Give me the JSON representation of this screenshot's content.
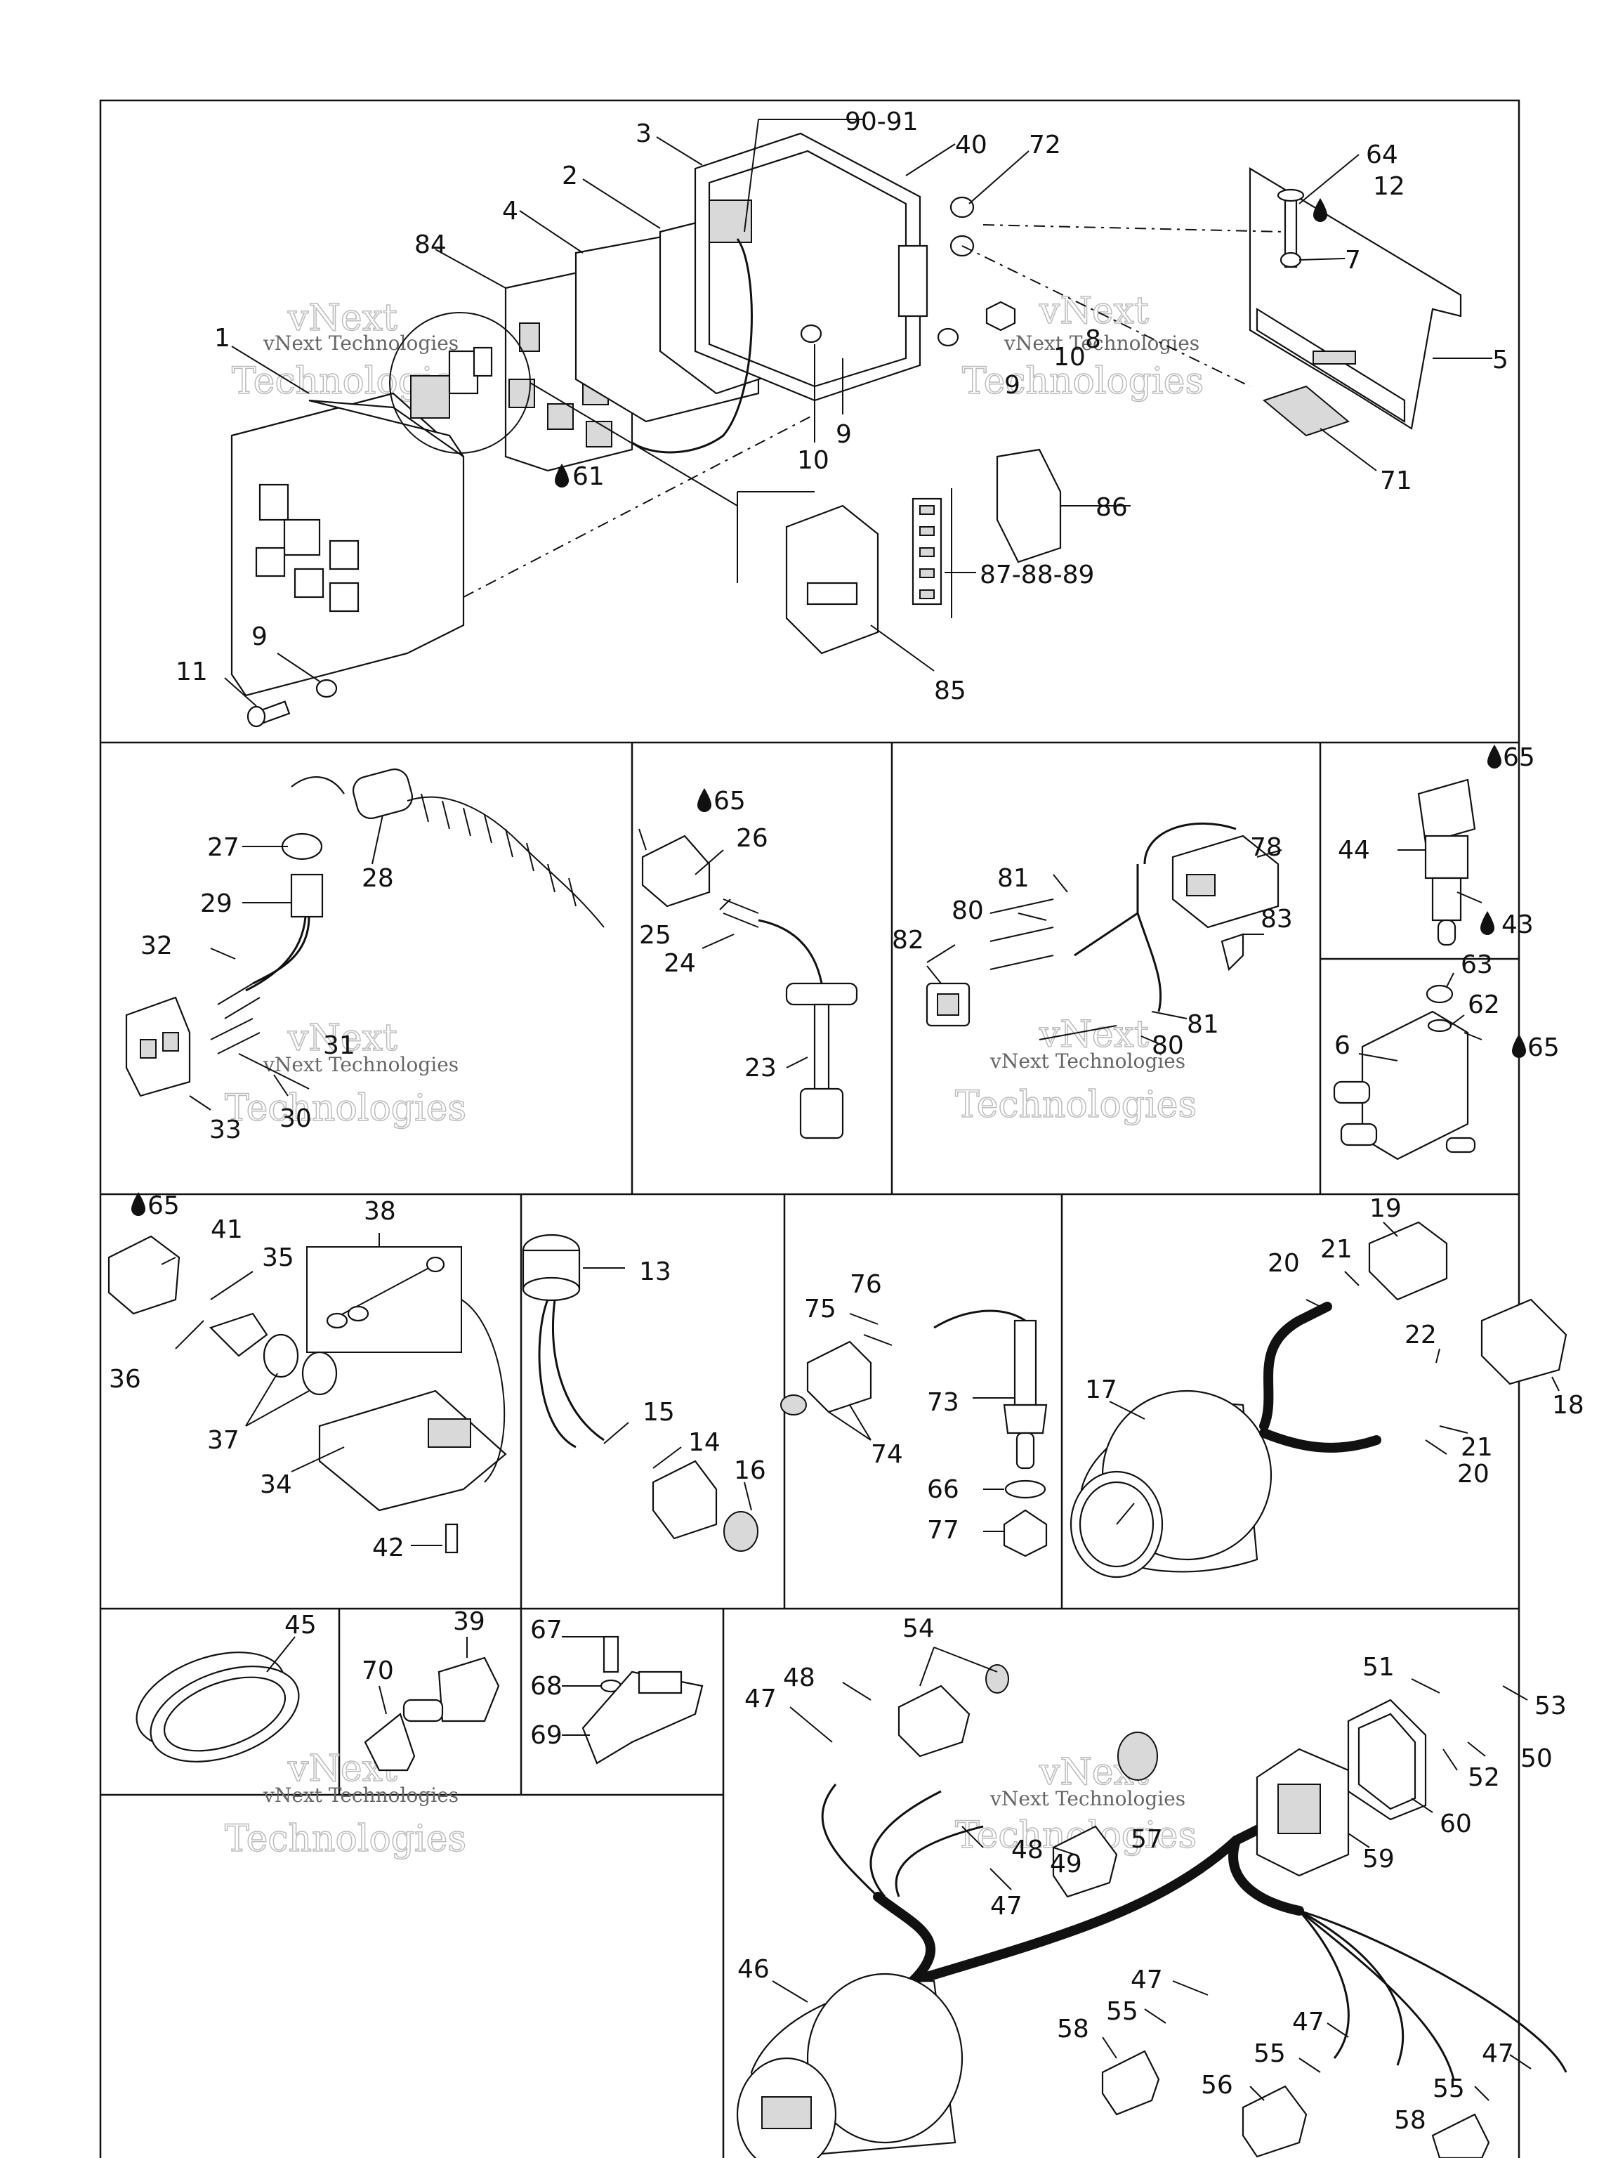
{
  "watermark": {
    "line1": "vNext",
    "line2": "Technologies",
    "line3": "vNext Technologies"
  },
  "callouts": {
    "c1": "1",
    "c2": "2",
    "c3": "3",
    "c4": "4",
    "c5": "5",
    "c6": "6",
    "c7": "7",
    "c8": "8",
    "c9a": "9",
    "c9b": "9",
    "c9c": "9",
    "c10a": "10",
    "c10b": "10",
    "c11": "11",
    "c12": "12",
    "c13": "13",
    "c14": "14",
    "c15": "15",
    "c16": "16",
    "c17": "17",
    "c18": "18",
    "c19": "19",
    "c20a": "20",
    "c20b": "20",
    "c21a": "21",
    "c21b": "21",
    "c22": "22",
    "c23": "23",
    "c24": "24",
    "c25": "25",
    "c26": "26",
    "c27": "27",
    "c28": "28",
    "c29": "29",
    "c30": "30",
    "c31": "31",
    "c32": "32",
    "c33": "33",
    "c34": "34",
    "c35": "35",
    "c36": "36",
    "c37": "37",
    "c38": "38",
    "c39": "39",
    "c40": "40",
    "c41": "41",
    "c42": "42",
    "c43": "43",
    "c44": "44",
    "c45": "45",
    "c46": "46",
    "c47a": "47",
    "c47b": "47",
    "c47c": "47",
    "c47d": "47",
    "c47e": "47",
    "c48a": "48",
    "c48b": "48",
    "c49": "49",
    "c50": "50",
    "c51": "51",
    "c52": "52",
    "c53": "53",
    "c54": "54",
    "c55a": "55",
    "c55b": "55",
    "c55c": "55",
    "c56": "56",
    "c57": "57",
    "c58a": "58",
    "c58b": "58",
    "c59": "59",
    "c60": "60",
    "c61": "61",
    "c62": "62",
    "c63": "63",
    "c64": "64",
    "c65a": "65",
    "c65b": "65",
    "c65c": "65",
    "c65d": "65",
    "c66": "66",
    "c67": "67",
    "c68": "68",
    "c69": "69",
    "c70": "70",
    "c71": "71",
    "c72": "72",
    "c73": "73",
    "c74": "74",
    "c75": "75",
    "c76": "76",
    "c77": "77",
    "c78": "78",
    "c80a": "80",
    "c80b": "80",
    "c81a": "81",
    "c81b": "81",
    "c82": "82",
    "c83": "83",
    "c84": "84",
    "c85": "85",
    "c86": "86",
    "c87": "87-88-89",
    "c90": "90-91"
  },
  "lubricant_icon": "oil-drop-icon"
}
